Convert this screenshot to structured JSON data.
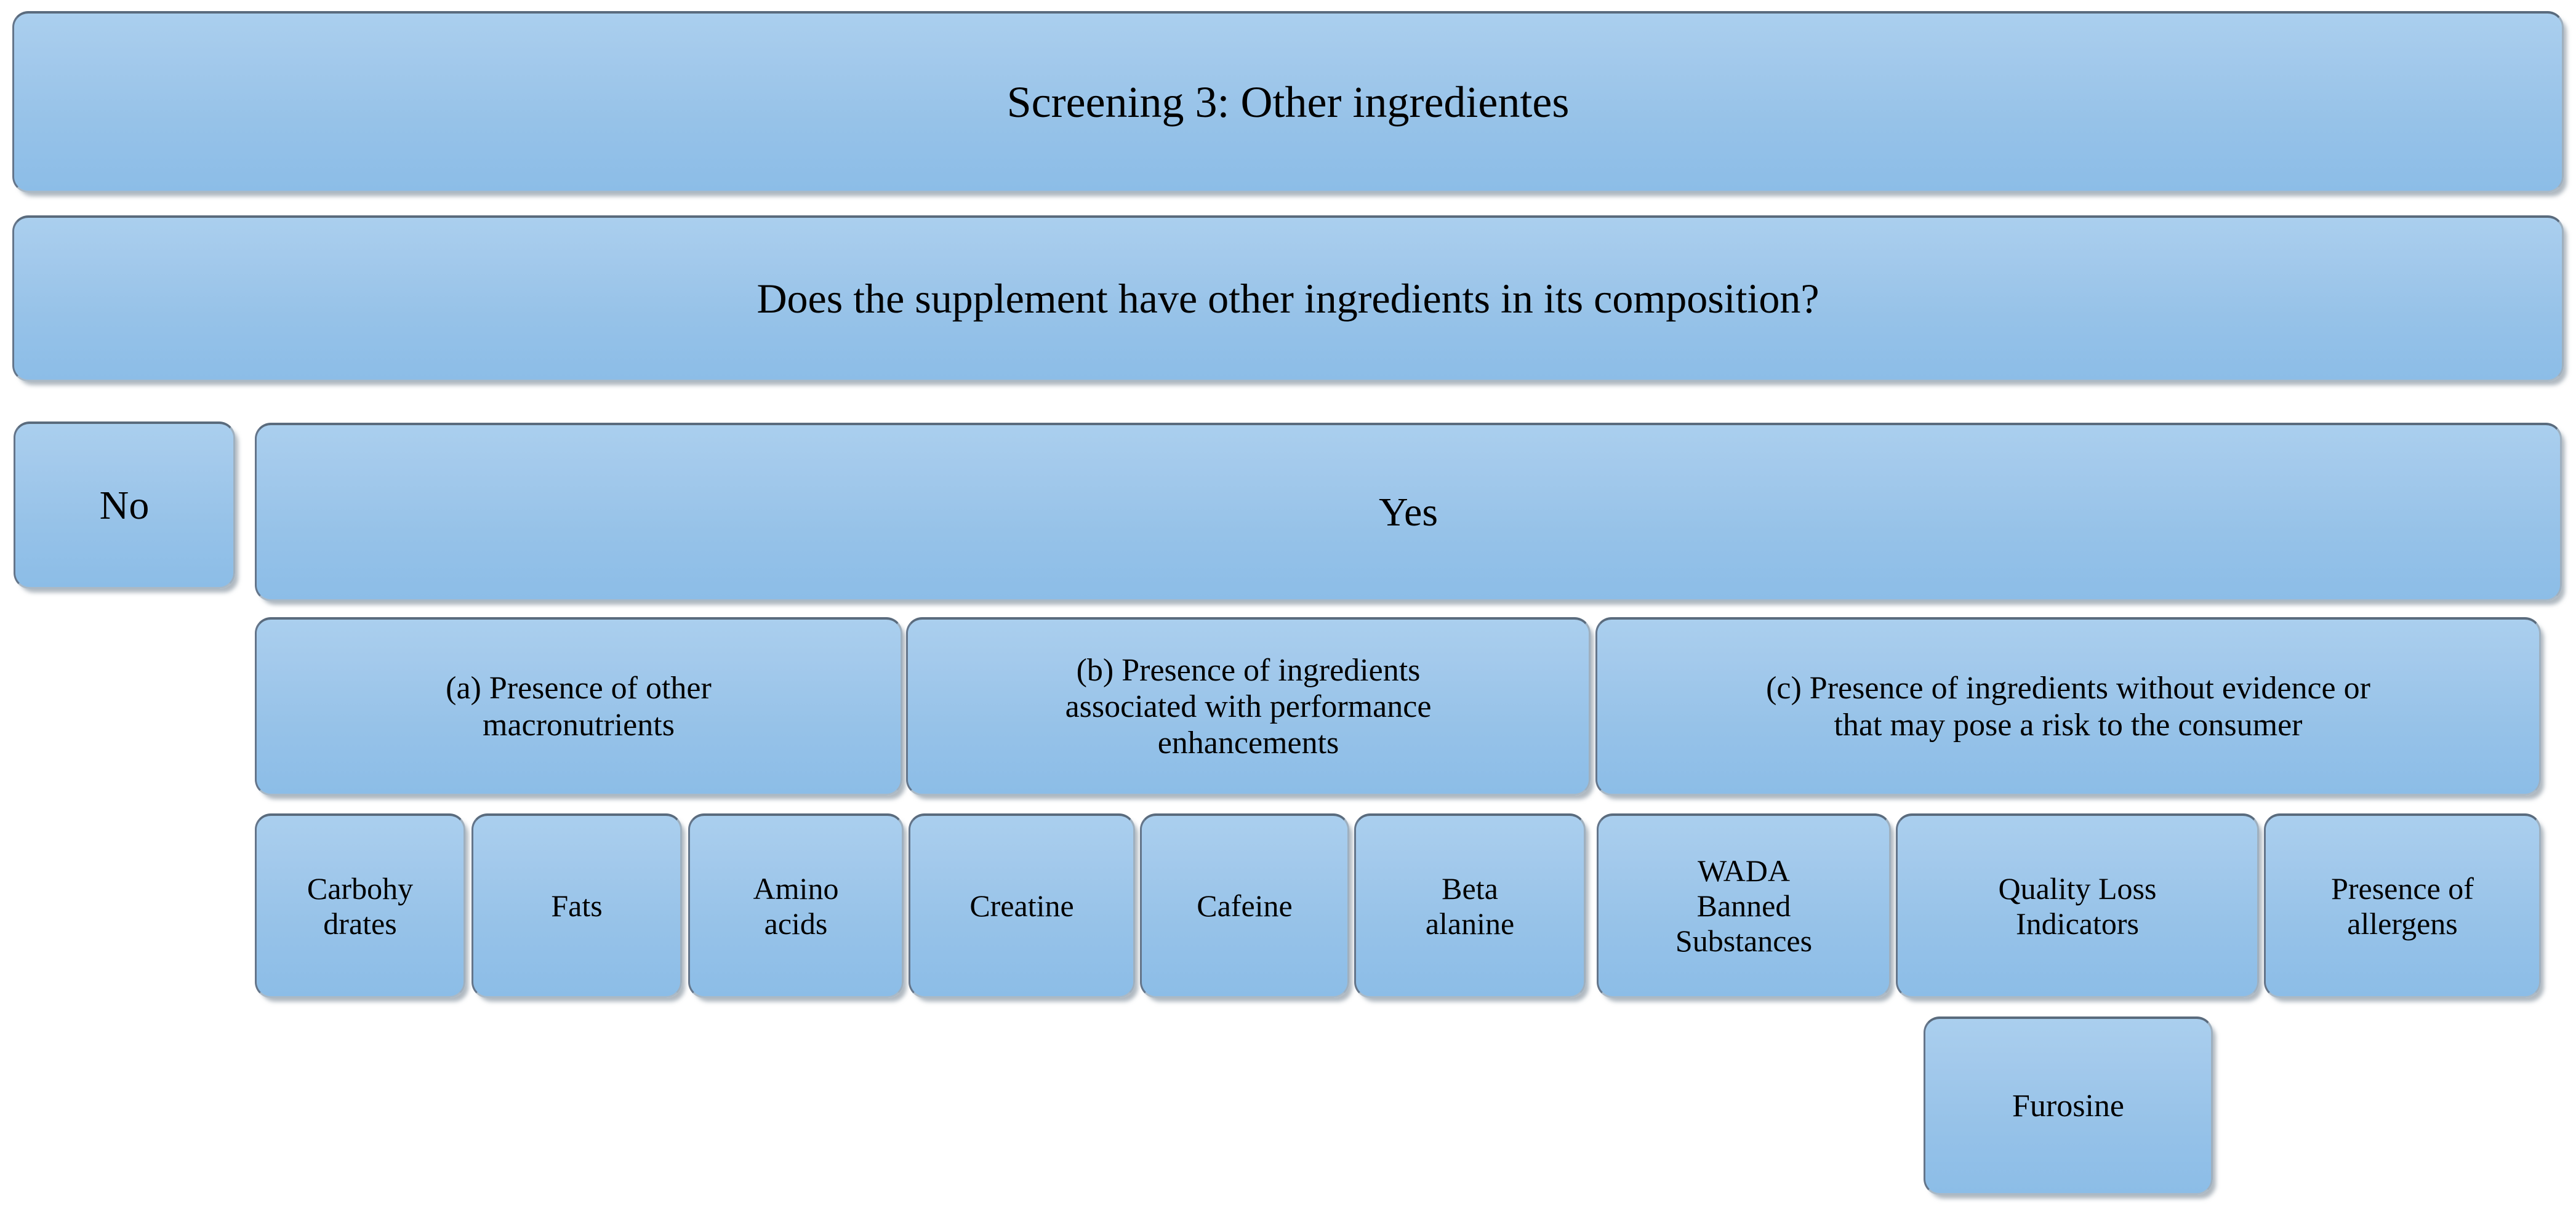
{
  "diagram": {
    "title": "Screening 3: Other ingredientes",
    "question": "Does the supplement have other ingredients in its composition?",
    "branches": {
      "no": "No",
      "yes": "Yes"
    },
    "categories": [
      {
        "id": "a",
        "label": "(a) Presence of other\nmacronutrients"
      },
      {
        "id": "b",
        "label": "(b) Presence of ingredients\nassociated with performance\nenhancements"
      },
      {
        "id": "c",
        "label": "(c) Presence of ingredients without evidence or\nthat may pose a risk to the consumer"
      }
    ],
    "leaves": {
      "a": [
        {
          "label": "Carbohy\ndrates"
        },
        {
          "label": "Fats"
        },
        {
          "label": "Amino\nacids"
        }
      ],
      "b": [
        {
          "label": "Creatine"
        },
        {
          "label": "Cafeine"
        },
        {
          "label": "Beta\nalanine"
        }
      ],
      "c": [
        {
          "label": "WADA\nBanned\nSubstances"
        },
        {
          "label": "Quality Loss\nIndicators"
        },
        {
          "label": "Presence of\nallergens"
        }
      ]
    },
    "subleaves": [
      {
        "parent": "Quality Loss Indicators",
        "label": "Furosine"
      }
    ],
    "colors": {
      "node_fill_top": "#aacfee",
      "node_fill_bottom": "#8cbde7",
      "node_border": "#5a6b7d",
      "text": "#000000",
      "background": "#ffffff"
    }
  }
}
